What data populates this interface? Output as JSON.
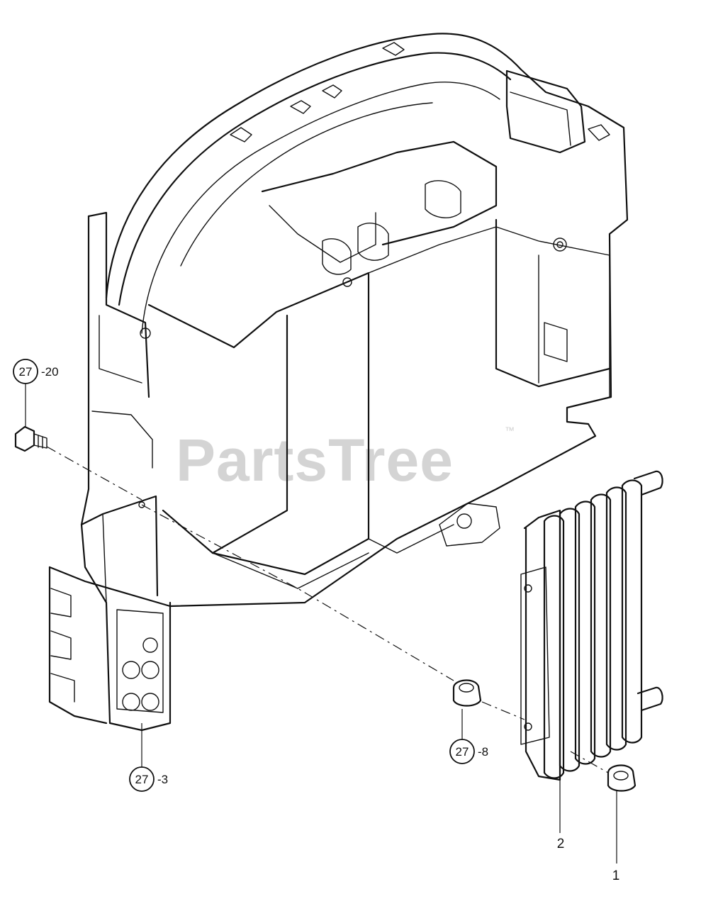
{
  "watermark": {
    "text": "PartsTree",
    "trademark": "™"
  },
  "callouts": [
    {
      "id": "c-27-20",
      "ref": "27",
      "suffix": "-20"
    },
    {
      "id": "c-27-8",
      "ref": "27",
      "suffix": "-8"
    },
    {
      "id": "c-27-3",
      "ref": "27",
      "suffix": "-3"
    }
  ],
  "part_numbers": [
    {
      "id": "p2",
      "label": "2"
    },
    {
      "id": "p1",
      "label": "1"
    }
  ]
}
